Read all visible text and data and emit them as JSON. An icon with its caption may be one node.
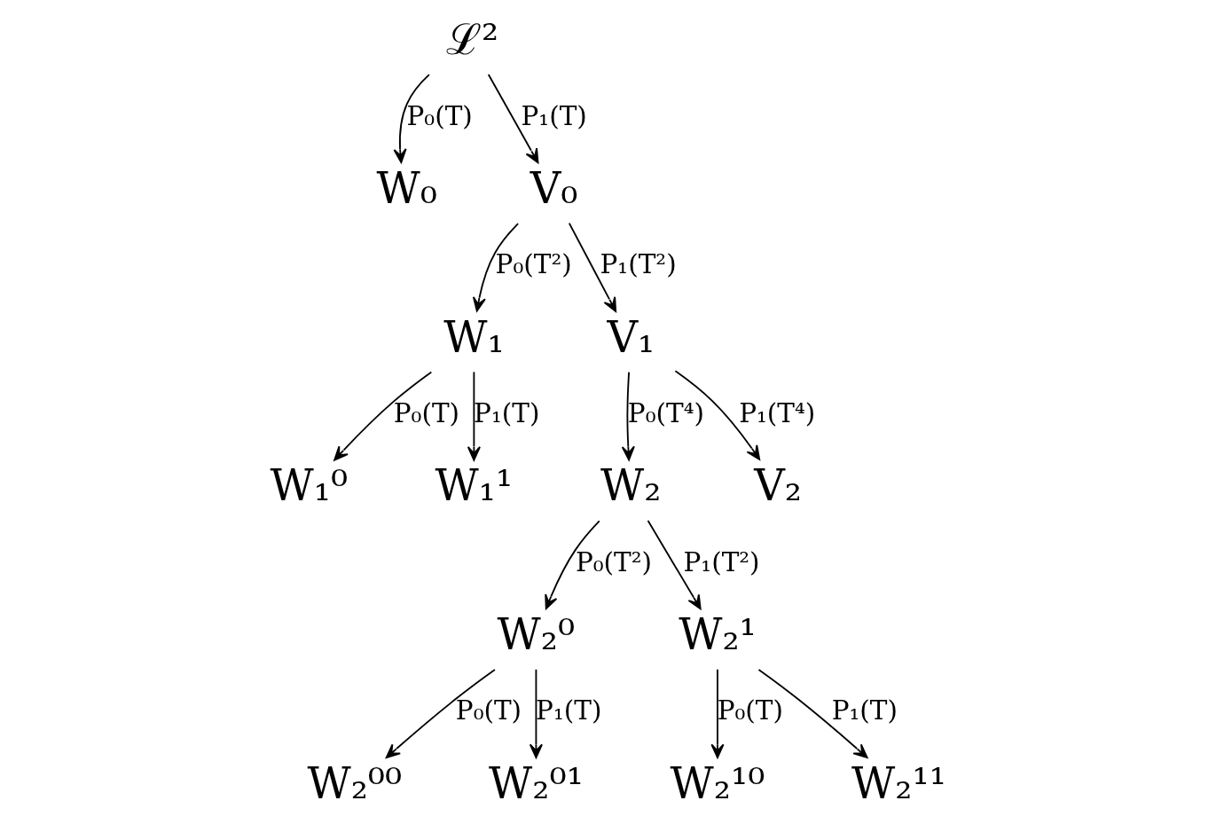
{
  "diagram": {
    "nodes": [
      {
        "text": [
          "ℒ²"
        ]
      },
      {
        "text": [
          "W₀"
        ]
      },
      {
        "text": [
          "V₀"
        ]
      },
      {
        "text": [
          "W₁"
        ]
      },
      {
        "text": [
          "V₁"
        ]
      },
      {
        "text": [
          "W₁⁰"
        ]
      },
      {
        "text": [
          "W₁¹"
        ]
      },
      {
        "text": [
          "W₂"
        ]
      },
      {
        "text": [
          "V₂"
        ]
      },
      {
        "text": [
          "W₂⁰"
        ]
      },
      {
        "text": [
          "W₂¹"
        ]
      },
      {
        "text": [
          "W₂⁰⁰"
        ]
      },
      {
        "text": [
          "W₂⁰¹"
        ]
      },
      {
        "text": [
          "W₂¹⁰"
        ]
      },
      {
        "text": [
          "W₂¹¹"
        ]
      }
    ],
    "edges": [
      {
        "from": 0,
        "to": 1,
        "arrow": "to",
        "label": "P₀(T)"
      },
      {
        "from": 0,
        "to": 2,
        "arrow": "to",
        "label": "P₁(T)"
      },
      {
        "from": 2,
        "to": 3,
        "arrow": "to",
        "label": "P₀(T²)"
      },
      {
        "from": 2,
        "to": 4,
        "arrow": "to",
        "label": "P₁(T²)"
      },
      {
        "from": 3,
        "to": 5,
        "arrow": "to",
        "label": "P₀(T)"
      },
      {
        "from": 3,
        "to": 6,
        "arrow": "to",
        "label": "P₁(T)"
      },
      {
        "from": 4,
        "to": 7,
        "arrow": "to",
        "label": "P₀(T⁴)"
      },
      {
        "from": 4,
        "to": 8,
        "arrow": "to",
        "label": "P₁(T⁴)"
      },
      {
        "from": 7,
        "to": 9,
        "arrow": "to",
        "label": "P₀(T²)"
      },
      {
        "from": 7,
        "to": 10,
        "arrow": "to",
        "label": "P₁(T²)"
      },
      {
        "from": 9,
        "to": 11,
        "arrow": "to",
        "label": "P₀(T)"
      },
      {
        "from": 9,
        "to": 12,
        "arrow": "to",
        "label": "P₁(T)"
      },
      {
        "from": 10,
        "to": 13,
        "arrow": "to",
        "label": "P₀(T)"
      },
      {
        "from": 10,
        "to": 14,
        "arrow": "to",
        "label": "P₁(T)"
      }
    ]
  }
}
